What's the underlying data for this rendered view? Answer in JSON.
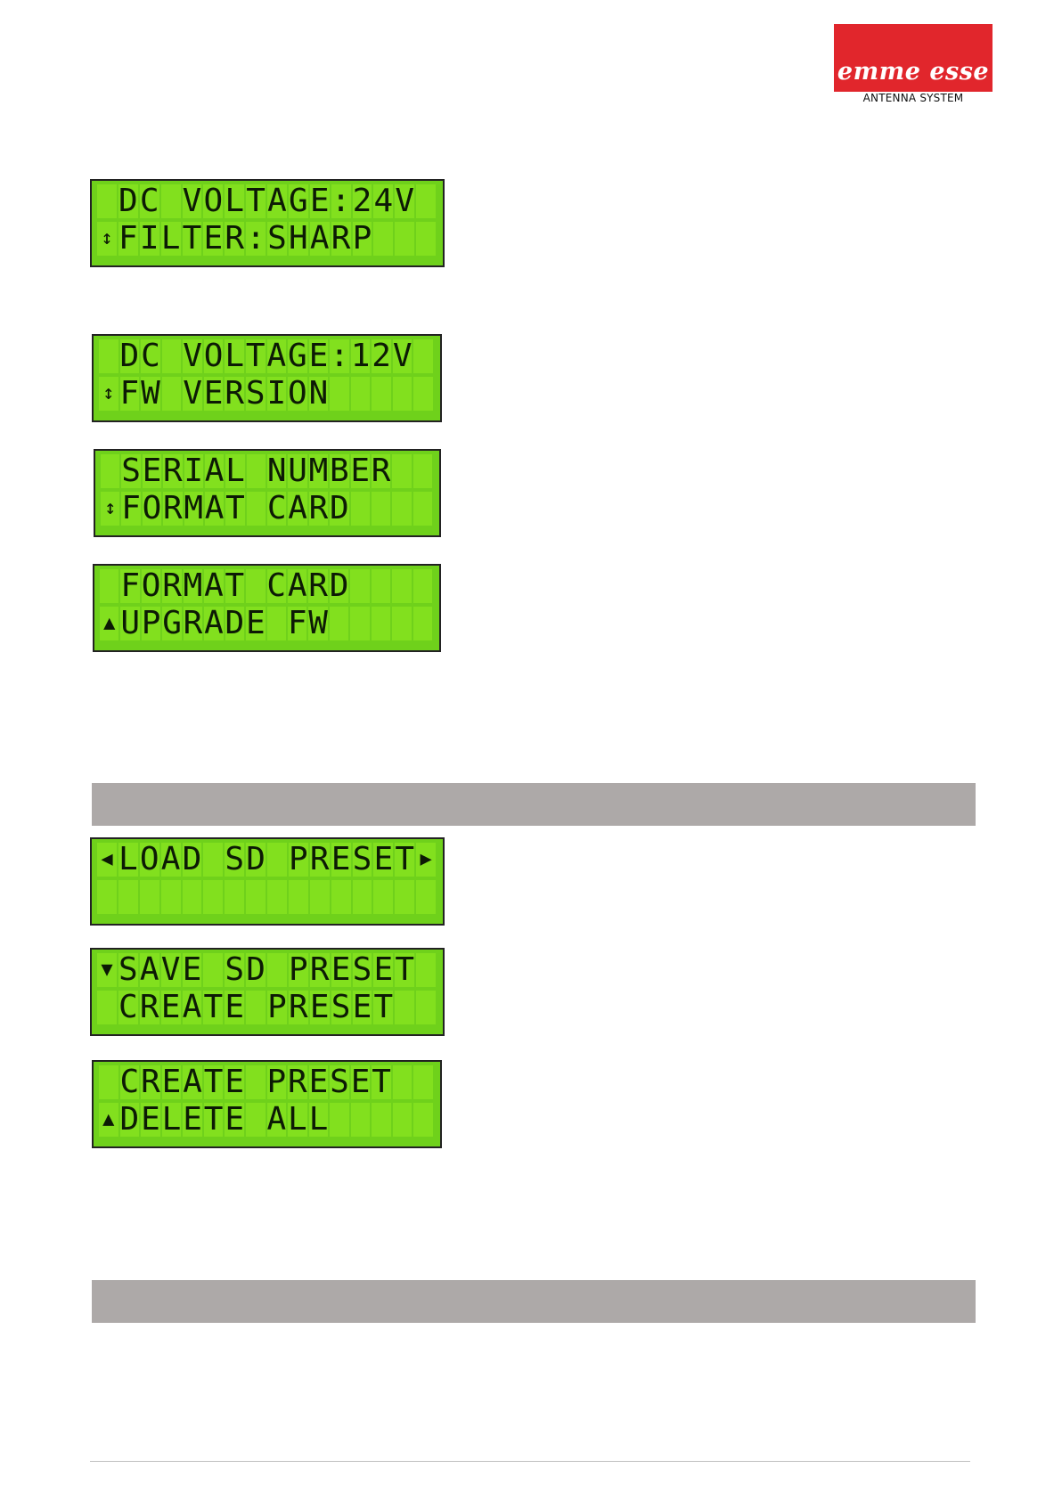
{
  "logo": {
    "brand": "emme esse",
    "subtitle": "ANTENNA SYSTEM"
  },
  "colors": {
    "lcd_bg": "#6fd11b",
    "lcd_cell": "#82e01e",
    "bar": "#ada9a8",
    "logo_red": "#e1262c"
  },
  "displays": [
    {
      "id": "lcd-1",
      "row1": " DC VOLTAGE:24V",
      "row2": "↕FILTER:SHARP"
    },
    {
      "id": "lcd-2",
      "row1": " DC VOLTAGE:12V",
      "row2": "↕FW VERSION"
    },
    {
      "id": "lcd-3",
      "row1": " SERIAL NUMBER",
      "row2": "↕FORMAT CARD"
    },
    {
      "id": "lcd-4",
      "row1": " FORMAT CARD",
      "row2": "▲UPGRADE FW"
    },
    {
      "id": "lcd-5",
      "row1": "◀LOAD SD PRESET▶",
      "row2": ""
    },
    {
      "id": "lcd-6",
      "row1": "▼SAVE SD PRESET",
      "row2": " CREATE PRESET"
    },
    {
      "id": "lcd-7",
      "row1": " CREATE PRESET",
      "row2": "▲DELETE ALL"
    }
  ],
  "section_bars": [
    {
      "id": "bar-1",
      "label": ""
    },
    {
      "id": "bar-2",
      "label": ""
    }
  ]
}
